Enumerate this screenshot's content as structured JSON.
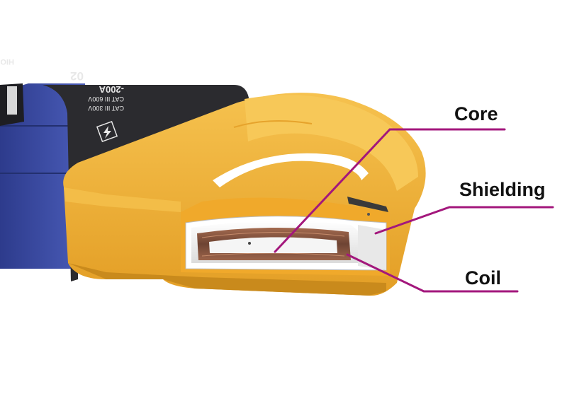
{
  "labels": {
    "core": "Core",
    "shielding": "Shielding",
    "coil": "Coil"
  },
  "meter_markings": {
    "rating": "-200A",
    "cat_a": "CAT III 600V",
    "cat_b": "CAT III 300V",
    "brand_fragment": "HIO",
    "model_fragment": "02"
  },
  "colors": {
    "jaw": "#f2b136",
    "jaw_shadow": "#c98a1c",
    "body_dark": "#2b2b2f",
    "body_blue": "#3c4fa8",
    "callout_line": "#a3177c",
    "shield": "#f3f3f3",
    "coil": "#8a5a44"
  },
  "icons": [
    "warning-lightning-icon"
  ]
}
